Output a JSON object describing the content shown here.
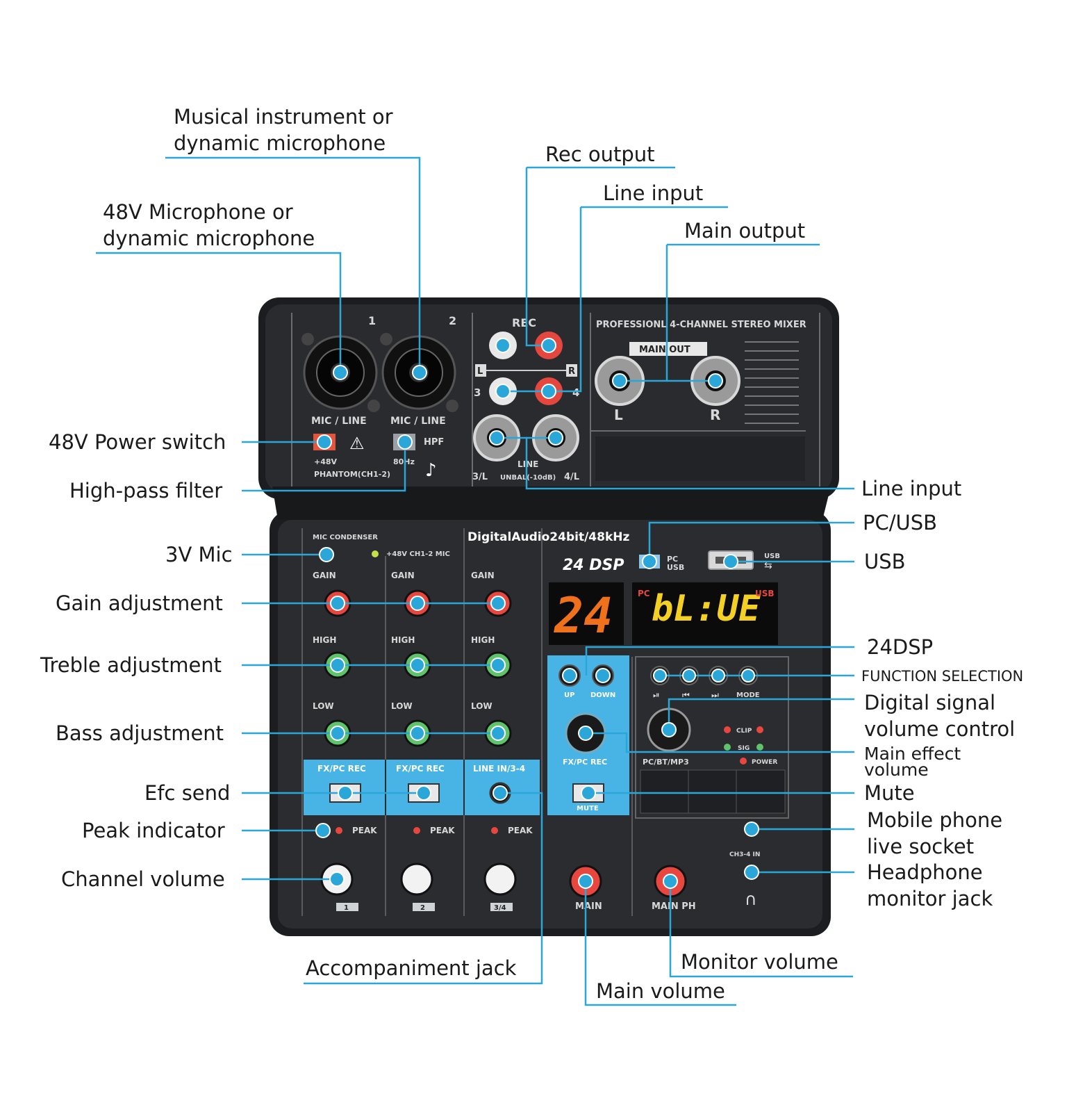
{
  "callouts": {
    "instrument_mic": [
      "Musical instrument or",
      "dynamic microphone"
    ],
    "mic48v": [
      "48V Microphone or",
      "dynamic microphone"
    ],
    "rec_output": "Rec output",
    "line_input_top": "Line input",
    "main_output": "Main output",
    "power_switch": "48V Power switch",
    "hpf": "High-pass filter",
    "line_input_right": "Line input",
    "pc_usb": "PC/USB",
    "usb": "USB",
    "mic3v": "3V Mic",
    "gain": "Gain adjustment",
    "treble": "Treble adjustment",
    "bass": "Bass adjustment",
    "efc_send": "Efc send",
    "peak": "Peak indicator",
    "channel_volume": "Channel volume",
    "dsp24": "24DSP",
    "function_selection": "FUNCTION SELECTION",
    "digital_volume": [
      "Digital signal",
      "volume control"
    ],
    "main_effect": [
      "Main effect",
      "volume"
    ],
    "mute": "Mute",
    "mobile_socket": [
      "Mobile phone",
      "live socket"
    ],
    "headphone": [
      "Headphone",
      "monitor jack"
    ],
    "accompaniment": "Accompaniment jack",
    "main_volume": "Main volume",
    "monitor_volume": "Monitor volume"
  },
  "panel": {
    "title": "PROFESSIONL 4-CHANNEL STEREO MIXER",
    "main_out": "MAIN OUT",
    "rec": "REC",
    "ch1": "1",
    "ch2": "2",
    "mic_line": "MIC / LINE",
    "plus48v": "+48V",
    "phantom": "PHANTOM(CH1-2)",
    "hpf": "HPF",
    "hz80": "80Hz",
    "line": "LINE",
    "unbal": "UNBAL(-10dB)",
    "l34": "3/L",
    "r44": "4/L",
    "n3": "3",
    "n4": "4",
    "L": "L",
    "R": "R",
    "digital": "DigitalAudio24bit/48kHz",
    "dsp": "24 DSP",
    "pc": "PC",
    "usb": "USB",
    "mic_condenser": "MIC CONDENSER",
    "ch12mic": "+48V CH1-2 MIC",
    "gain": "GAIN",
    "high": "HIGH",
    "low": "LOW",
    "fxpc": "FX/PC REC",
    "linein34": "LINE IN/3-4",
    "peak": "PEAK",
    "up": "UP",
    "down": "DOWN",
    "mute": "MUTE",
    "pcbt": "PC/BT/MP3",
    "power": "POWER",
    "clip": "CLIP",
    "sig": "SIG",
    "mode": "MODE",
    "main": "MAIN",
    "main_ph": "MAIN PH",
    "ch34in": "CH3-4 IN",
    "display_left": "24",
    "display_right": "bL:UE",
    "lbl1": "1",
    "lbl2": "2",
    "lbl34": "3/4"
  },
  "colors": {
    "accent": "#2aa7d8",
    "panel": "#26272b",
    "gain_knob": "#e8473f",
    "eq_knob": "#5ec36a",
    "blue_strip": "#48b4e6"
  }
}
